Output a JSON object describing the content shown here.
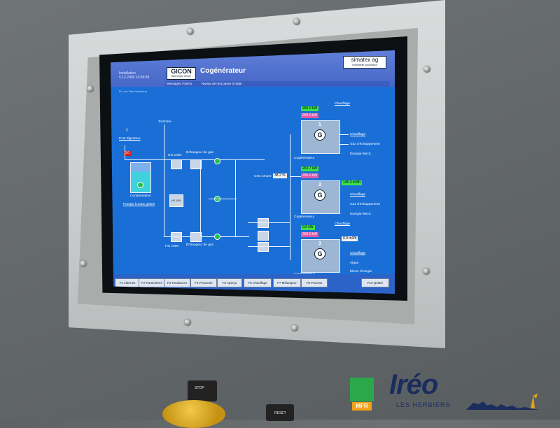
{
  "header": {
    "info_line1": "Installation",
    "info_line2": "5.12.2006 14:58:08",
    "logo_gicon": "GICON",
    "logo_gicon_sub": "Bioenergie GmbH",
    "title": "Cogénérateur",
    "logo_simatex": "simatex ag",
    "logo_simatex_sub": "Industrielle Automation",
    "sub_left": "Messages / Demo",
    "sub_right": "Niveau de mot passe 0 regle",
    "welcome": "P.L.car. Bien-intervenu"
  },
  "diagram": {
    "labels": {
      "post_digesteur": "Post digesteur",
      "torchere": "Torchère",
      "hx_top": "Échangeur de gaz",
      "hx_bottom": "Échangeur de gaz",
      "condensation": "Condensation",
      "pompe": "Pompe à eaux grises",
      "ch4": "CH4 amont",
      "ch4_val": "38.2 %",
      "gen_label": "Cogénérateur",
      "chauffage": "Chauffage",
      "gaz": "Gaz d'échappement",
      "energie": "Énergie électr.",
      "algae": "Algae",
      "elec2": "Électr. Énergie",
      "hx_small1": "HG 1000",
      "hx_small2": "HG 1000",
      "hx_small3": "HG 1000"
    },
    "gen1": {
      "num": "1",
      "kw1": "250.0 kW",
      "kw2": "250.0 kW"
    },
    "gen2": {
      "num": "2",
      "kw1": "263.7 kW",
      "kw2": "265.0 kW",
      "flow": "145.3 m3/h"
    },
    "gen3": {
      "num": "3",
      "kw1": "0.0 kW",
      "kw2": "250.0 kW",
      "flow": "0.0 m3/h"
    },
    "alarm_value": "0.0"
  },
  "fbar": {
    "f1": "F1 Alarmes",
    "f2": "F2 Paramètres",
    "f3": "F3 Tendances",
    "f4": "F4 Protocole",
    "f5": "F5 Aperçu",
    "f6": "F6 Chauffage",
    "f7": "F7 Mélangeur",
    "f8": "F8 Process",
    "f10": "F10 Quitter"
  },
  "cabinet": {
    "stop": "STOP",
    "reset": "RESET",
    "mfr": "MFR",
    "brand": "Iréo",
    "brand_sub": "LES HERBIERS"
  },
  "colors": {
    "screen_bg": "#1a6fd6",
    "header_bg": "#4767c8",
    "pump_green": "#21c14a",
    "brand_blue": "#1b2d5e",
    "mfr_green": "#2ba84a",
    "mfr_orange": "#f3a21a"
  }
}
